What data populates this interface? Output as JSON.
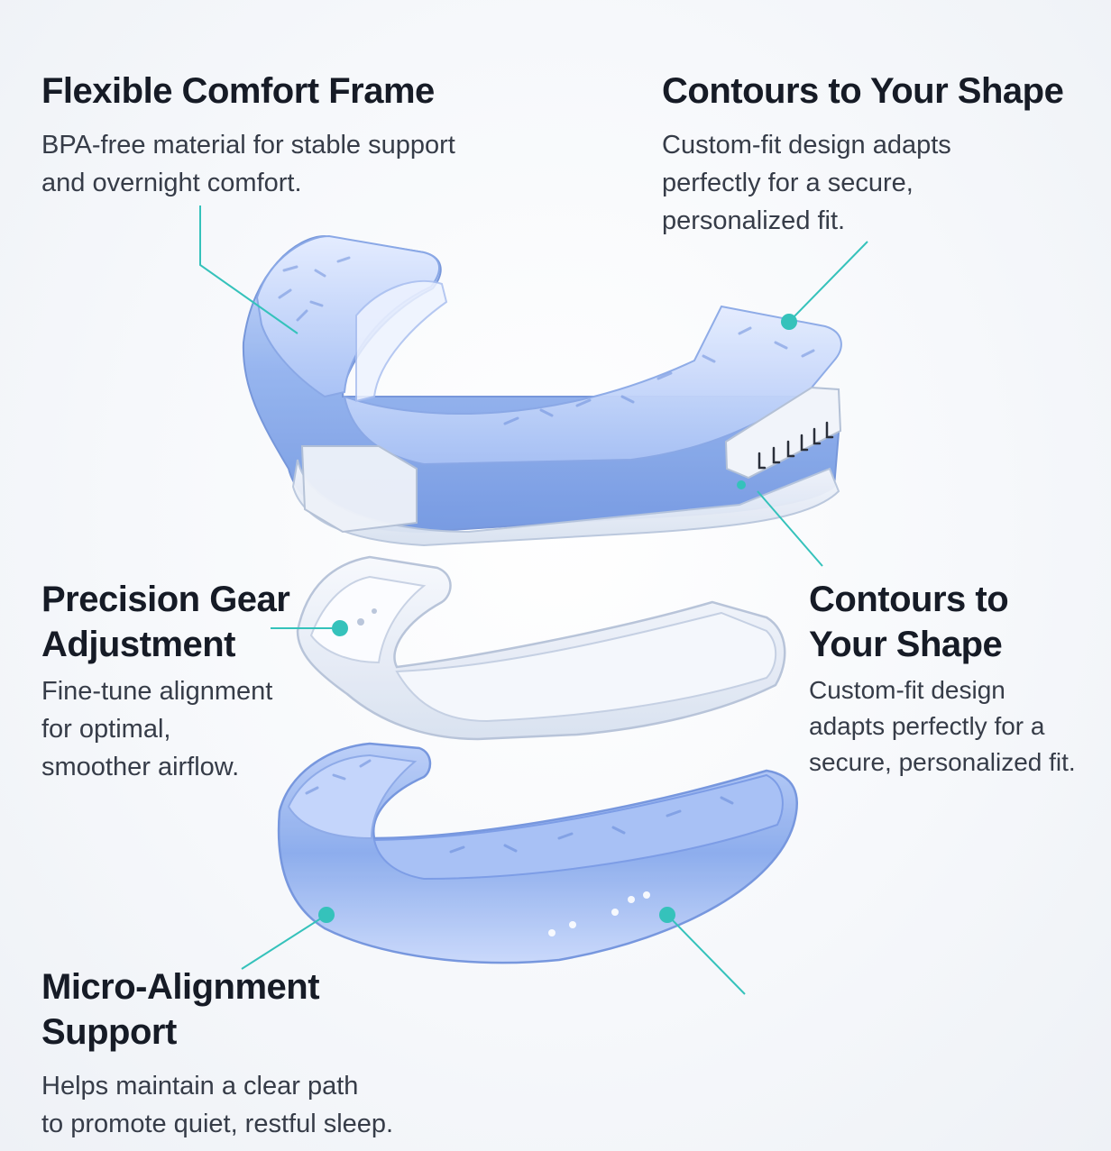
{
  "callouts": {
    "flexible_frame": {
      "title": "Flexible Comfort Frame",
      "desc_lines": [
        "BPA-free material for stable support",
        "and overnight comfort."
      ]
    },
    "contours_top": {
      "title": "Contours to Your Shape",
      "desc_lines": [
        "Custom-fit design adapts",
        "perfectly for a secure,",
        "personalized fit."
      ]
    },
    "precision_gear": {
      "title_lines": [
        "Precision Gear",
        "Adjustment"
      ],
      "desc_lines": [
        "Fine-tune alignment",
        "for optimal,",
        "smoother airflow."
      ]
    },
    "contours_mid": {
      "title_lines": [
        "Contours to",
        "Your Shape"
      ],
      "desc_lines": [
        "Custom-fit design",
        "adapts perfectly for a",
        "secure, personalized fit."
      ]
    },
    "micro_alignment": {
      "title_lines": [
        "Micro-Alignment",
        "Support"
      ],
      "desc_lines": [
        "Helps maintain a clear path",
        "to promote quiet, restful sleep."
      ]
    }
  },
  "colors": {
    "accent": "#35c2bb",
    "tray_blue": "#8fb0ee",
    "tray_blue_dark": "#5f86d8",
    "clear_tray": "#e6ecf6",
    "text_dark": "#161b26",
    "text_body": "#363c48"
  },
  "illustration": {
    "parts": [
      "upper-tray",
      "middle-clear-insert",
      "lower-tray"
    ],
    "icon": "mouthguard-exploded-view"
  }
}
